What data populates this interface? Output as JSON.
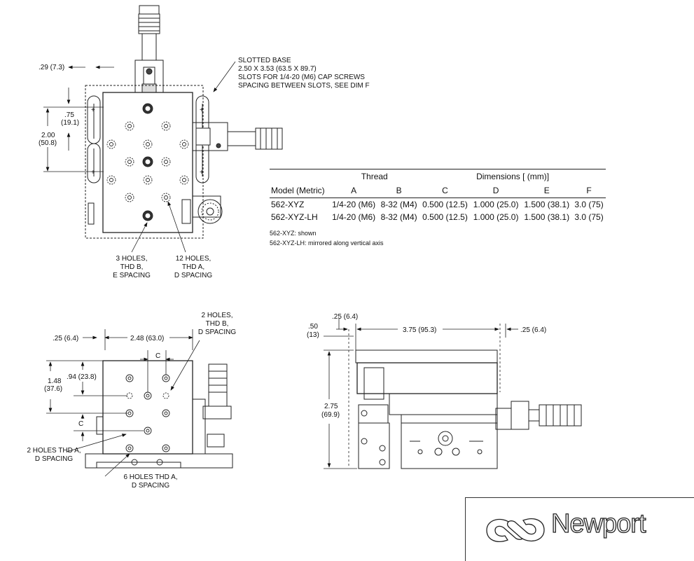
{
  "top_view": {
    "dim_029": ".29 (7.3)",
    "dim_075": ".75",
    "dim_075_mm": "(19.1)",
    "dim_200": "2.00",
    "dim_200_mm": "(50.8)",
    "base_callout": [
      "SLOTTED BASE",
      "2.50 X 3.53 (63.5 X 89.7)",
      "SLOTS FOR 1/4-20 (M6) CAP SCREWS",
      "SPACING BETWEEN SLOTS, SEE DIM F"
    ],
    "holes_3": [
      "3 HOLES,",
      "THD B,",
      "E SPACING"
    ],
    "holes_12": [
      "12 HOLES,",
      "THD A,",
      "D SPACING"
    ]
  },
  "spec_table": {
    "group_thread": "Thread",
    "group_dimensions": "Dimensions [ (mm)]",
    "headers": [
      "Model (Metric)",
      "A",
      "B",
      "C",
      "D",
      "E",
      "F"
    ],
    "rows": [
      [
        "562-XYZ",
        "1/4-20 (M6)",
        "8-32 (M4)",
        "0.500 (12.5)",
        "1.000 (25.0)",
        "1.500 (38.1)",
        "3.0 (75)"
      ],
      [
        "562-XYZ-LH",
        "1/4-20 (M6)",
        "8-32 (M4)",
        "0.500 (12.5)",
        "1.000 (25.0)",
        "1.500 (38.1)",
        "3.0 (75)"
      ]
    ],
    "note1": "562-XYZ: shown",
    "note2": "562-XYZ-LH: mirrored along vertical axis"
  },
  "front_view": {
    "dim_025": ".25 (6.4)",
    "dim_248": "2.48 (63.0)",
    "dim_148": "1.48",
    "dim_148_mm": "(37.6)",
    "dim_094": ".94 (23.8)",
    "c_top": "C",
    "c_left": "C",
    "holes_2_b": [
      "2 HOLES,",
      "THD B,",
      "D SPACING"
    ],
    "holes_2_a": [
      "2 HOLES THD A,",
      "D SPACING"
    ],
    "holes_6_a": [
      "6 HOLES THD A,",
      "D SPACING"
    ]
  },
  "side_view": {
    "dim_025_top": ".25 (6.4)",
    "dim_050": ".50",
    "dim_050_mm": "(13)",
    "dim_375": "3.75 (95.3)",
    "dim_025_right": ".25 (6.4)",
    "dim_275": "2.75",
    "dim_275_mm": "(69.9)"
  },
  "logo": {
    "wordmark": "Newport"
  }
}
